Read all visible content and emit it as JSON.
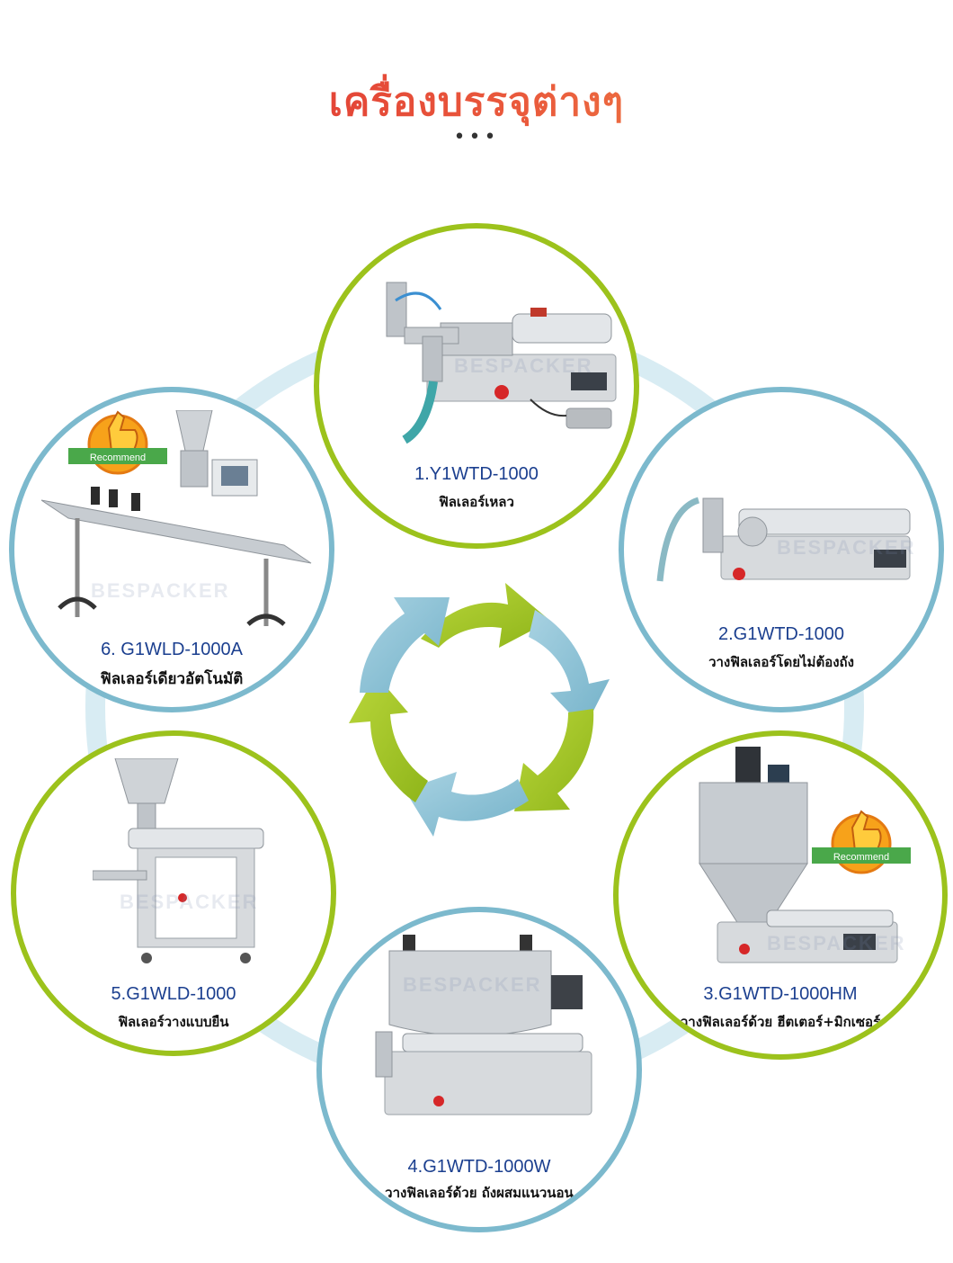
{
  "page": {
    "title": "เครื่องบรรจุต่างๆ",
    "dots": "•••"
  },
  "colors": {
    "green": "#9cc21c",
    "blue": "#7cb9cd",
    "ring": "#d8ecf3",
    "model_text": "#1b3f8f"
  },
  "products": [
    {
      "model": "1.Y1WTD-1000",
      "desc": "ฟิลเลอร์เหลว"
    },
    {
      "model": "2.G1WTD-1000",
      "desc": "วางฟิลเลอร์โดยไม่ต้องถัง"
    },
    {
      "model": "3.G1WTD-1000HM",
      "desc": "วางฟิลเลอร์ด้วย ฮีตเตอร์+มิกเซอร์"
    },
    {
      "model": "4.G1WTD-1000W",
      "desc": "วางฟิลเลอร์ด้วย ถังผสมแนวนอน"
    },
    {
      "model": "5.G1WLD-1000",
      "desc": "ฟิลเลอร์วางแบบยืน"
    },
    {
      "model": "6. G1WLD-1000A",
      "desc": "ฟิลเลอร์เดียวอัตโนมัติ"
    }
  ],
  "badge": {
    "text": "Recommend"
  },
  "watermark": "BESPACKER"
}
